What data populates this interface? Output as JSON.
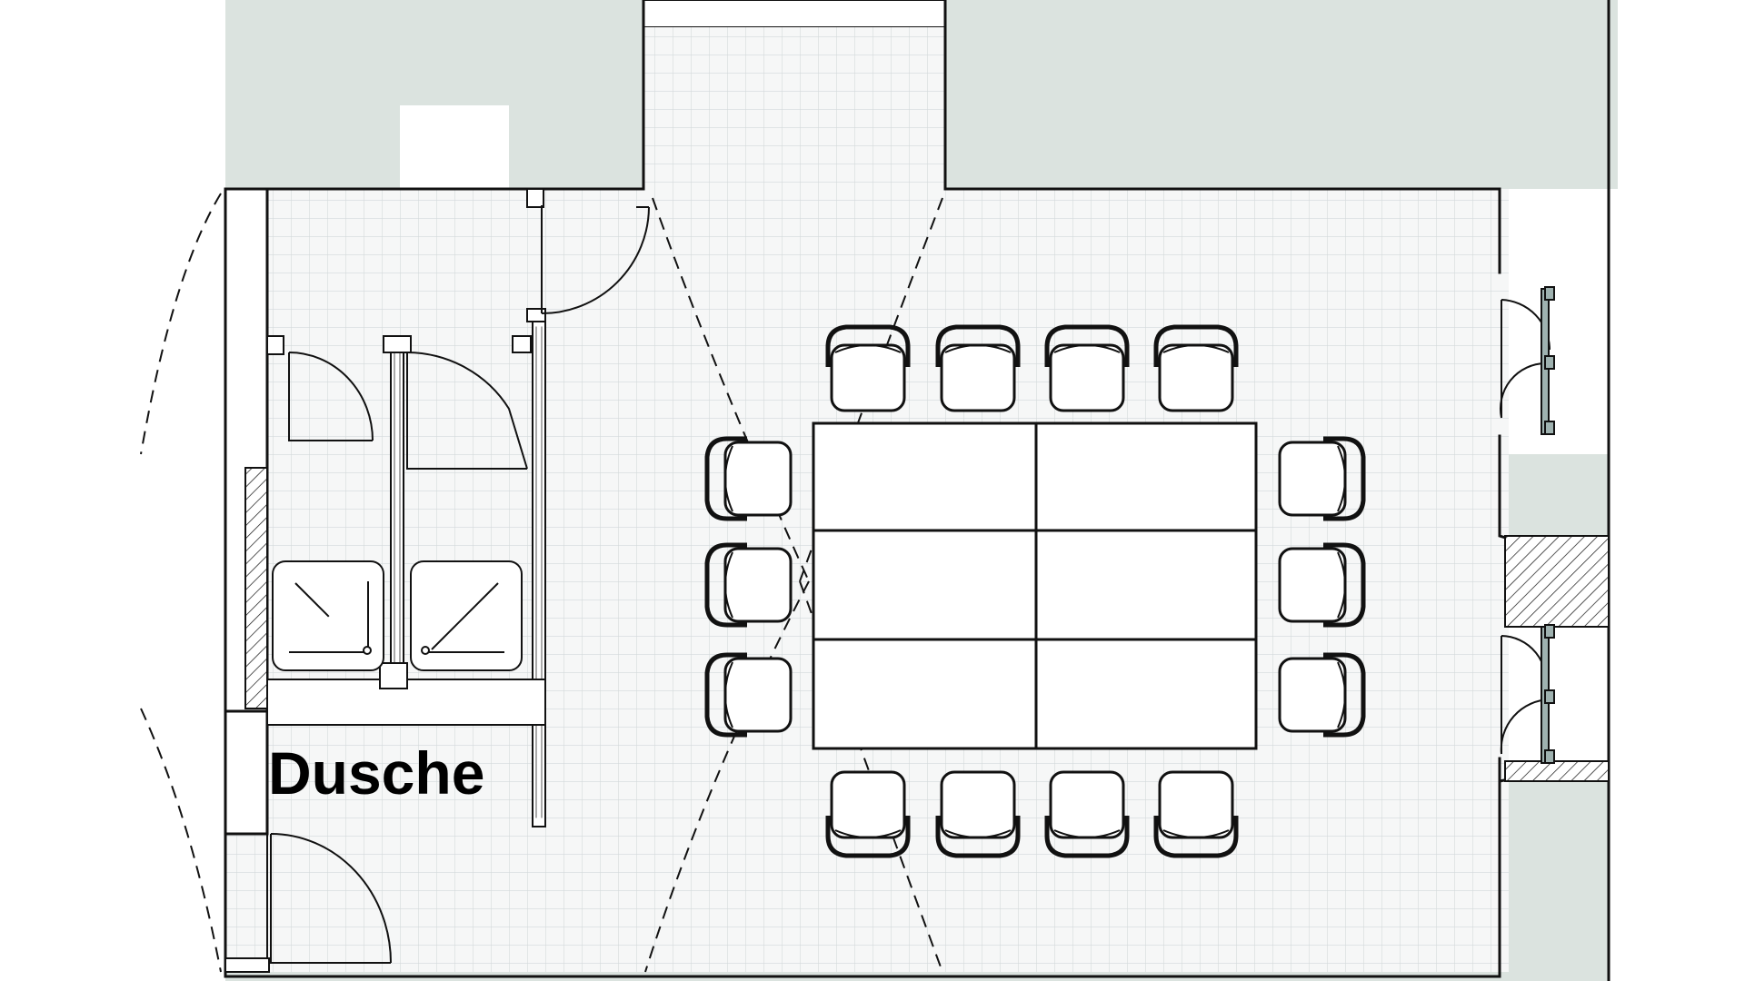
{
  "rooms": [
    {
      "label": "Dusche"
    }
  ],
  "colors": {
    "surroundings": "#dbe3df",
    "floor": "#f6f7f7",
    "tile_grid": "#d4dadb",
    "walls": "#111111",
    "furniture": "#111111",
    "glass": "#9fb2b0"
  },
  "icons": [
    "conference-table",
    "chair",
    "shower-tray",
    "door-swing",
    "window"
  ]
}
